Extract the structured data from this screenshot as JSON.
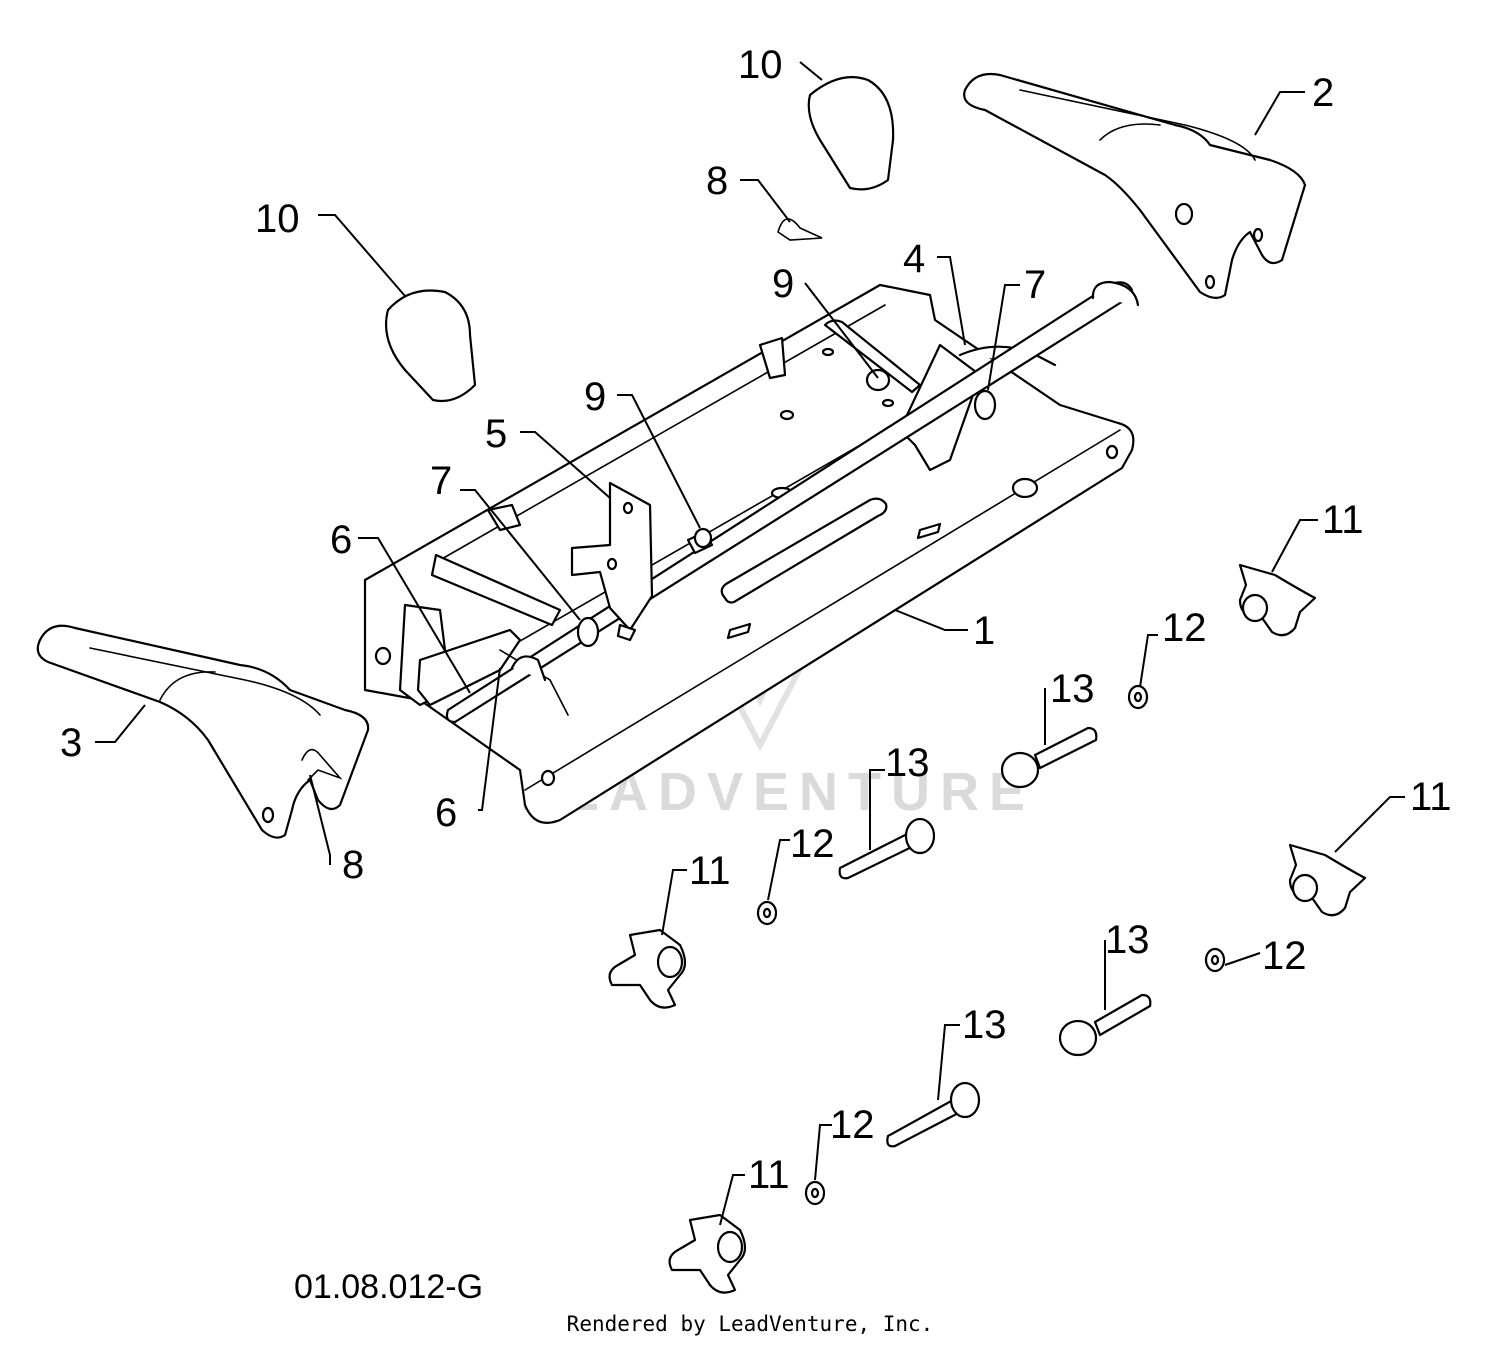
{
  "diagram": {
    "drawing_code": "01.08.012-G",
    "credit": "Rendered by LeadVenture, Inc.",
    "watermark": "LEADVENTURE",
    "callouts": [
      {
        "id": "c1",
        "label": "1"
      },
      {
        "id": "c2",
        "label": "2"
      },
      {
        "id": "c3",
        "label": "3"
      },
      {
        "id": "c4",
        "label": "4"
      },
      {
        "id": "c5",
        "label": "5"
      },
      {
        "id": "c6a",
        "label": "6"
      },
      {
        "id": "c6b",
        "label": "6"
      },
      {
        "id": "c7a",
        "label": "7"
      },
      {
        "id": "c7b",
        "label": "7"
      },
      {
        "id": "c8a",
        "label": "8"
      },
      {
        "id": "c8b",
        "label": "8"
      },
      {
        "id": "c9a",
        "label": "9"
      },
      {
        "id": "c9b",
        "label": "9"
      },
      {
        "id": "c10a",
        "label": "10"
      },
      {
        "id": "c10b",
        "label": "10"
      },
      {
        "id": "c11a",
        "label": "11"
      },
      {
        "id": "c11b",
        "label": "11"
      },
      {
        "id": "c11c",
        "label": "11"
      },
      {
        "id": "c11d",
        "label": "11"
      },
      {
        "id": "c12a",
        "label": "12"
      },
      {
        "id": "c12b",
        "label": "12"
      },
      {
        "id": "c12c",
        "label": "12"
      },
      {
        "id": "c12d",
        "label": "12"
      },
      {
        "id": "c13a",
        "label": "13"
      },
      {
        "id": "c13b",
        "label": "13"
      },
      {
        "id": "c13c",
        "label": "13"
      },
      {
        "id": "c13d",
        "label": "13"
      }
    ]
  }
}
